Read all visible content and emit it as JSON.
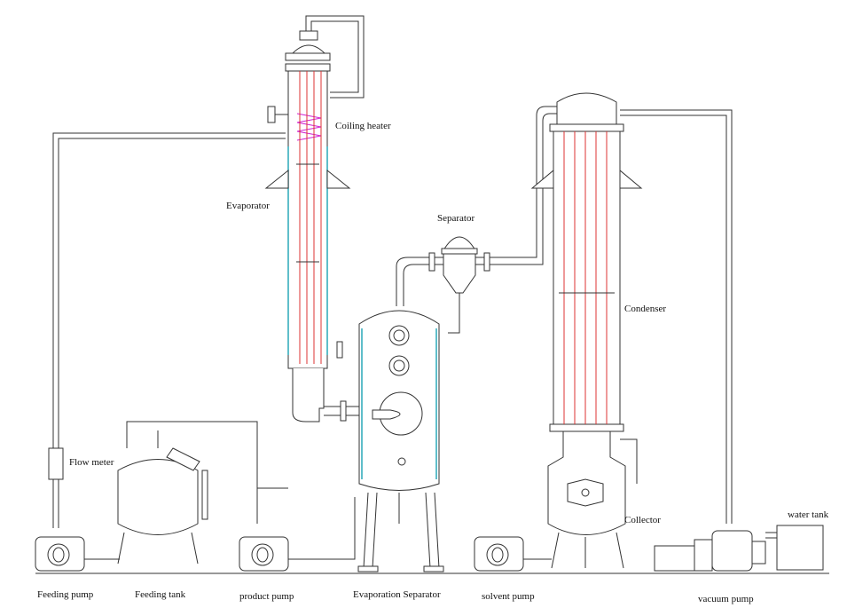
{
  "labels": {
    "coiling_heater": "Coiling heater",
    "evaporator": "Evaporator",
    "separator": "Separator",
    "condenser": "Condenser",
    "flow_meter": "Flow meter",
    "collector": "Collector",
    "water_tank": "water tank",
    "feeding_pump": "Feeding pump",
    "feeding_tank": "Feeding tank",
    "product_pump": "product pump",
    "evaporation_separator": "Evaporation Separator",
    "solvent_pump": "solvent pump",
    "vacuum_pump": "vacuum pump"
  },
  "colors": {
    "tubes": "#dd3333",
    "jacket": "#2aa8b8",
    "coil": "#d020d0",
    "lines": "#333333"
  }
}
